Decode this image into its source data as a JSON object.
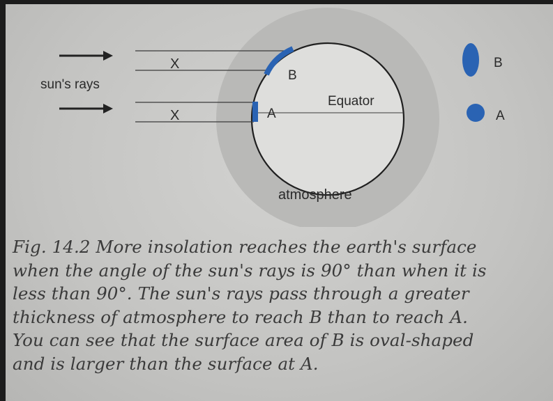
{
  "diagram": {
    "sun_rays_label": "sun's rays",
    "x_label_top": "X",
    "x_label_bottom": "X",
    "b_label": "B",
    "a_label": "A",
    "equator_label": "Equator",
    "atmosphere_label": "atmosphere",
    "legend_b_label": "B",
    "legend_a_label": "A"
  },
  "caption": {
    "lines": [
      "Fig. 14.2  More insolation reaches the earth's surface",
      "when the angle of the sun's rays is 90° than when it is",
      "less than 90°. The sun's rays pass through a greater",
      "thickness of atmosphere to reach B than to reach A.",
      "You can see that the surface area of B is oval-shaped",
      "and is larger than the surface at A."
    ]
  },
  "colors": {
    "accent_blue": "#2a63b3",
    "atmosphere_grey": "#b9b9b7",
    "ink": "#2a2a2a"
  }
}
